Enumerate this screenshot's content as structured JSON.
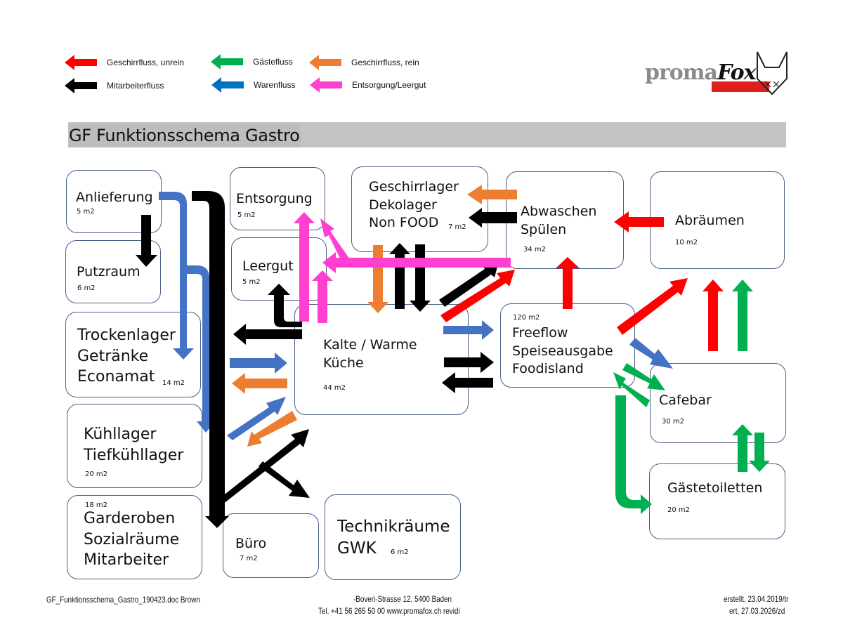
{
  "legend": [
    {
      "label": "Geschirrfluss, unrein",
      "color": "#ff0000",
      "icon": "arrow-left-icon"
    },
    {
      "label": "Mitarbeiterfluss",
      "color": "#000000",
      "icon": "arrow-left-icon"
    },
    {
      "label": "Gästefluss",
      "color": "#00b050",
      "icon": "arrow-left-icon"
    },
    {
      "label": "Warenfluss",
      "color": "#0070c0",
      "icon": "arrow-left-icon"
    },
    {
      "label": "Geschirrfluss, rein",
      "color": "#ed7d31",
      "icon": "arrow-left-icon"
    },
    {
      "label": "Entsorgung/Leergut",
      "color": "#ff3fcf",
      "icon": "arrow-left-icon"
    }
  ],
  "logo": {
    "prefix": "proma",
    "suffix": "Fox",
    "icon": "fox-head-icon",
    "accent": "#e01e1e"
  },
  "title": "GF Funktionsschema Gastro",
  "rooms": [
    {
      "id": "anlieferung",
      "lines": [
        "Anlieferung"
      ],
      "area": "5 m2"
    },
    {
      "id": "putzraum",
      "lines": [
        "Putzraum"
      ],
      "area": "6 m2"
    },
    {
      "id": "trockenlager",
      "lines": [
        "Trockenlager",
        "Getränke",
        "Econamat"
      ],
      "area": "14 m2"
    },
    {
      "id": "kuehllager",
      "lines": [
        "Kühllager",
        "Tiefkühllager"
      ],
      "area": "20 m2"
    },
    {
      "id": "garderoben",
      "lines": [
        "Garderoben",
        "Sozialräume",
        "Mitarbeiter"
      ],
      "area": "18 m2"
    },
    {
      "id": "entsorgung",
      "lines": [
        "Entsorgung"
      ],
      "area": "5 m2"
    },
    {
      "id": "leergut",
      "lines": [
        "Leergut"
      ],
      "area": "5 m2"
    },
    {
      "id": "geschirrlager",
      "lines": [
        "Geschirrlager",
        "Dekolager",
        "Non FOOD"
      ],
      "area": "7 m2"
    },
    {
      "id": "kueche",
      "lines": [
        "Kalte / Warme",
        "Küche"
      ],
      "area": "44 m2"
    },
    {
      "id": "buero",
      "lines": [
        "Büro"
      ],
      "area": "7 m2"
    },
    {
      "id": "technik",
      "lines": [
        "Technikräume",
        "GWK"
      ],
      "area": "6 m2"
    },
    {
      "id": "abwaschen",
      "lines": [
        "Abwaschen",
        "Spülen"
      ],
      "area": "34 m2"
    },
    {
      "id": "abraeumen",
      "lines": [
        "Abräumen"
      ],
      "area": "10 m2"
    },
    {
      "id": "freeflow",
      "lines": [
        "Freeflow",
        "Speiseausgabe",
        "Foodisland"
      ],
      "area": "120 m2"
    },
    {
      "id": "cafebar",
      "lines": [
        "Cafebar"
      ],
      "area": "30 m2"
    },
    {
      "id": "gaestetoiletten",
      "lines": [
        "Gästetoiletten"
      ],
      "area": "20 m2"
    }
  ],
  "footer": {
    "left": "GF_Funktionsschema_Gastro_190423.doc Brown",
    "center_line1": "-Boveri-Strasse 12, 5400 Baden",
    "center_line2": "Tel. +41 56 265 50 00 www.promafox.ch revidi",
    "right_line1": "erstellt, 23.04.2019/tr",
    "right_line2": "ert, 27.03.2026/zd"
  }
}
